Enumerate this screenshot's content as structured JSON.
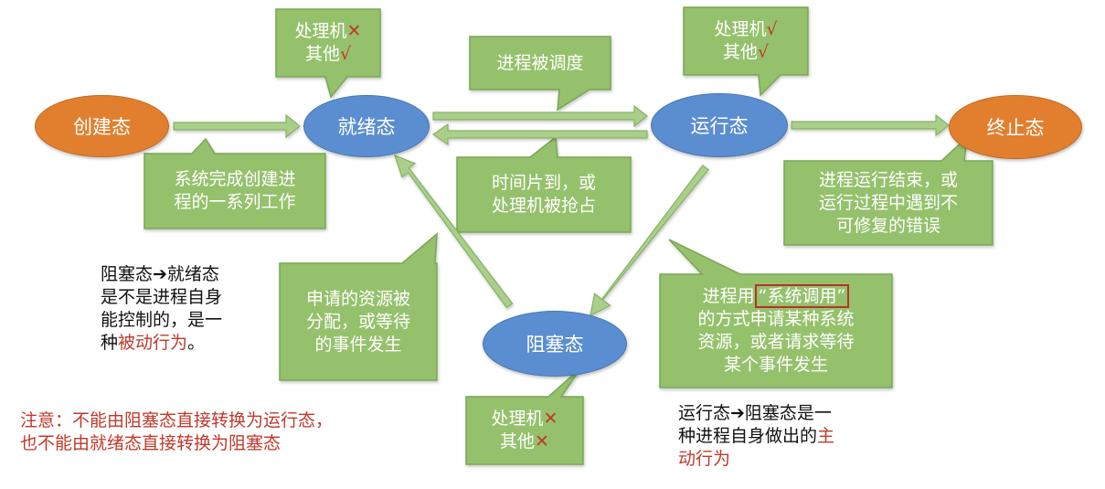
{
  "states": {
    "created": "创建态",
    "ready": "就绪态",
    "running": "运行态",
    "terminated": "终止态",
    "blocked": "阻塞态"
  },
  "callouts": {
    "ready_resources": {
      "line1": "处理机",
      "mark1": "✕",
      "line2": "其他",
      "mark2": "√"
    },
    "running_resources": {
      "line1": "处理机",
      "mark1": "√",
      "line2": "其他",
      "mark2": "√"
    },
    "blocked_resources": {
      "line1": "处理机",
      "mark1": "✕",
      "line2": "其他",
      "mark2": "✕"
    },
    "scheduled": "进程被调度",
    "create_done": {
      "line1": "系统完成创建进",
      "line2": "程的一系列工作"
    },
    "timeslice": {
      "line1": "时间片到，或",
      "line2": "处理机被抢占"
    },
    "terminate_reason": {
      "line1": "进程运行结束，或",
      "line2": "运行过程中遇到不",
      "line3": "可修复的错误"
    },
    "resource_granted": {
      "line1": "申请的资源被",
      "line2": "分配，或等待",
      "line3": "的事件发生"
    },
    "syscall": {
      "prefix": "进程用",
      "highlight": "“系统调用”",
      "line2": "的方式申请某种系统",
      "line3": "资源，或者请求等待",
      "line4": "某个事件发生"
    }
  },
  "notes": {
    "blocked_to_ready": {
      "line1": "阻塞态➔就绪态",
      "line2": "是不是进程自身",
      "line3": "能控制的，是一",
      "line4_prefix": "种",
      "line4_red": "被动行为",
      "line4_suffix": "。"
    },
    "warning": {
      "line1": "注意：不能由阻塞态直接转换为运行态，",
      "line2": "也不能由就绪态直接转换为阻塞态"
    },
    "running_to_blocked": {
      "line1": "运行态➔阻塞态是一",
      "line2_prefix": "种进程自身做出的",
      "line2_red": "主",
      "line3_red": "动行为"
    }
  },
  "colors": {
    "ellipse_orange": "#e27f2f",
    "ellipse_blue": "#5b8ed0",
    "callout_fill": "#95c16c",
    "callout_border": "#7aa654",
    "arrow_fill": "#a9cf8a",
    "warning_red": "#c0392b"
  }
}
